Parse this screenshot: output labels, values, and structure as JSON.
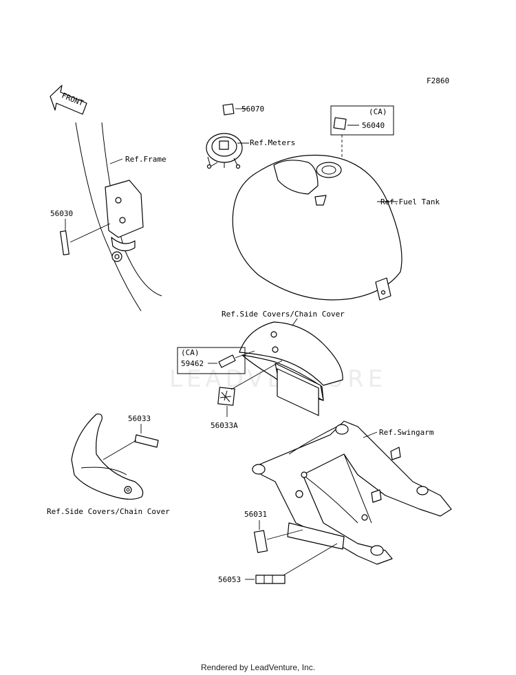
{
  "figure_code": "F2860",
  "watermark": "LEADVENTURE",
  "front_arrow": "FRONT",
  "refs": {
    "frame": "Ref.Frame",
    "meters": "Ref.Meters",
    "fuel_tank": "Ref.Fuel Tank",
    "side_covers_top": "Ref.Side Covers/Chain Cover",
    "side_covers_bottom": "Ref.Side Covers/Chain Cover",
    "swingarm": "Ref.Swingarm"
  },
  "parts": {
    "p56070": "56070",
    "p56040": "56040",
    "p56040_region": "(CA)",
    "p56030": "56030",
    "p59462": "59462",
    "p59462_region": "(CA)",
    "p56033A": "56033A",
    "p56033": "56033",
    "p56031": "56031",
    "p56053": "56053"
  },
  "footer": "Rendered by LeadVenture, Inc."
}
